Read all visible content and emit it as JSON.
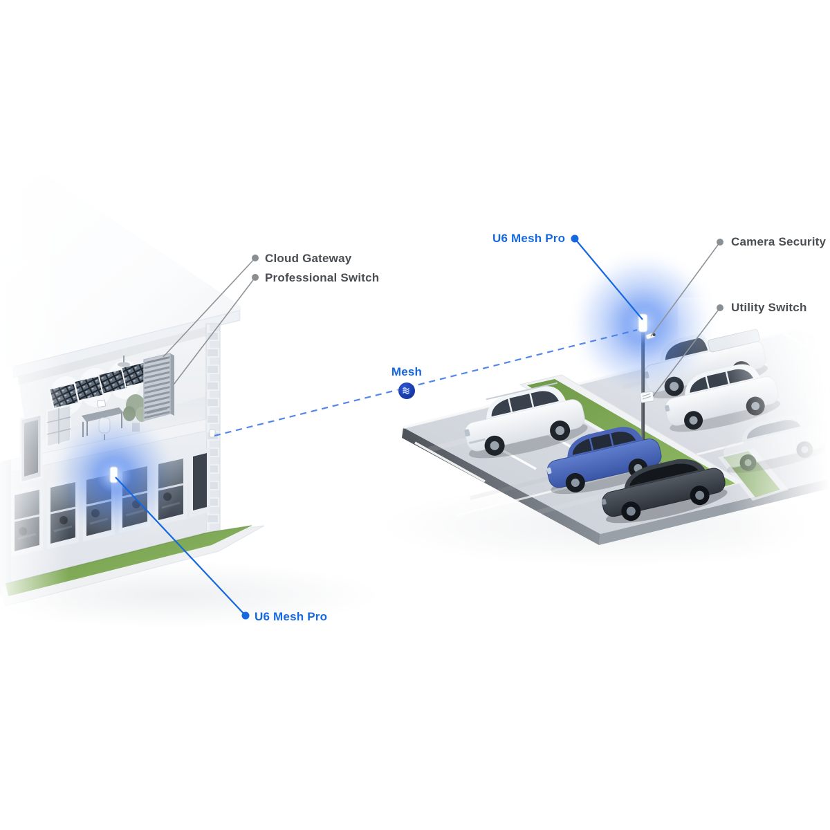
{
  "callouts": {
    "cloud_gateway": {
      "label": "Cloud Gateway"
    },
    "professional_switch": {
      "label": "Professional Switch"
    },
    "u6_mesh_pro_pole": {
      "label": "U6 Mesh Pro"
    },
    "camera_security": {
      "label": "Camera Security"
    },
    "utility_switch": {
      "label": "Utility Switch"
    },
    "mesh": {
      "label": "Mesh",
      "icon": "triple-wave-icon"
    },
    "u6_mesh_pro_wall": {
      "label": "U6 Mesh Pro"
    }
  },
  "colors": {
    "accent_blue": "#1568DF",
    "label_gray": "#4A4E53",
    "mesh_badge_blue": "#1B3CAE",
    "glow_blue": "#2563EB",
    "grass_green": "#7AA352"
  },
  "scene": {
    "left": "two-story building cutaway: server rack, monitoring wall, desk, office windows, wall-mounted access point with blue glow",
    "right": "parking lot with pole-mounted access point, security camera, utility switch",
    "cars": [
      "white suv",
      "blue crossover",
      "dark gray coupe",
      "white pickup",
      "white suv",
      "faded white sedan"
    ]
  }
}
